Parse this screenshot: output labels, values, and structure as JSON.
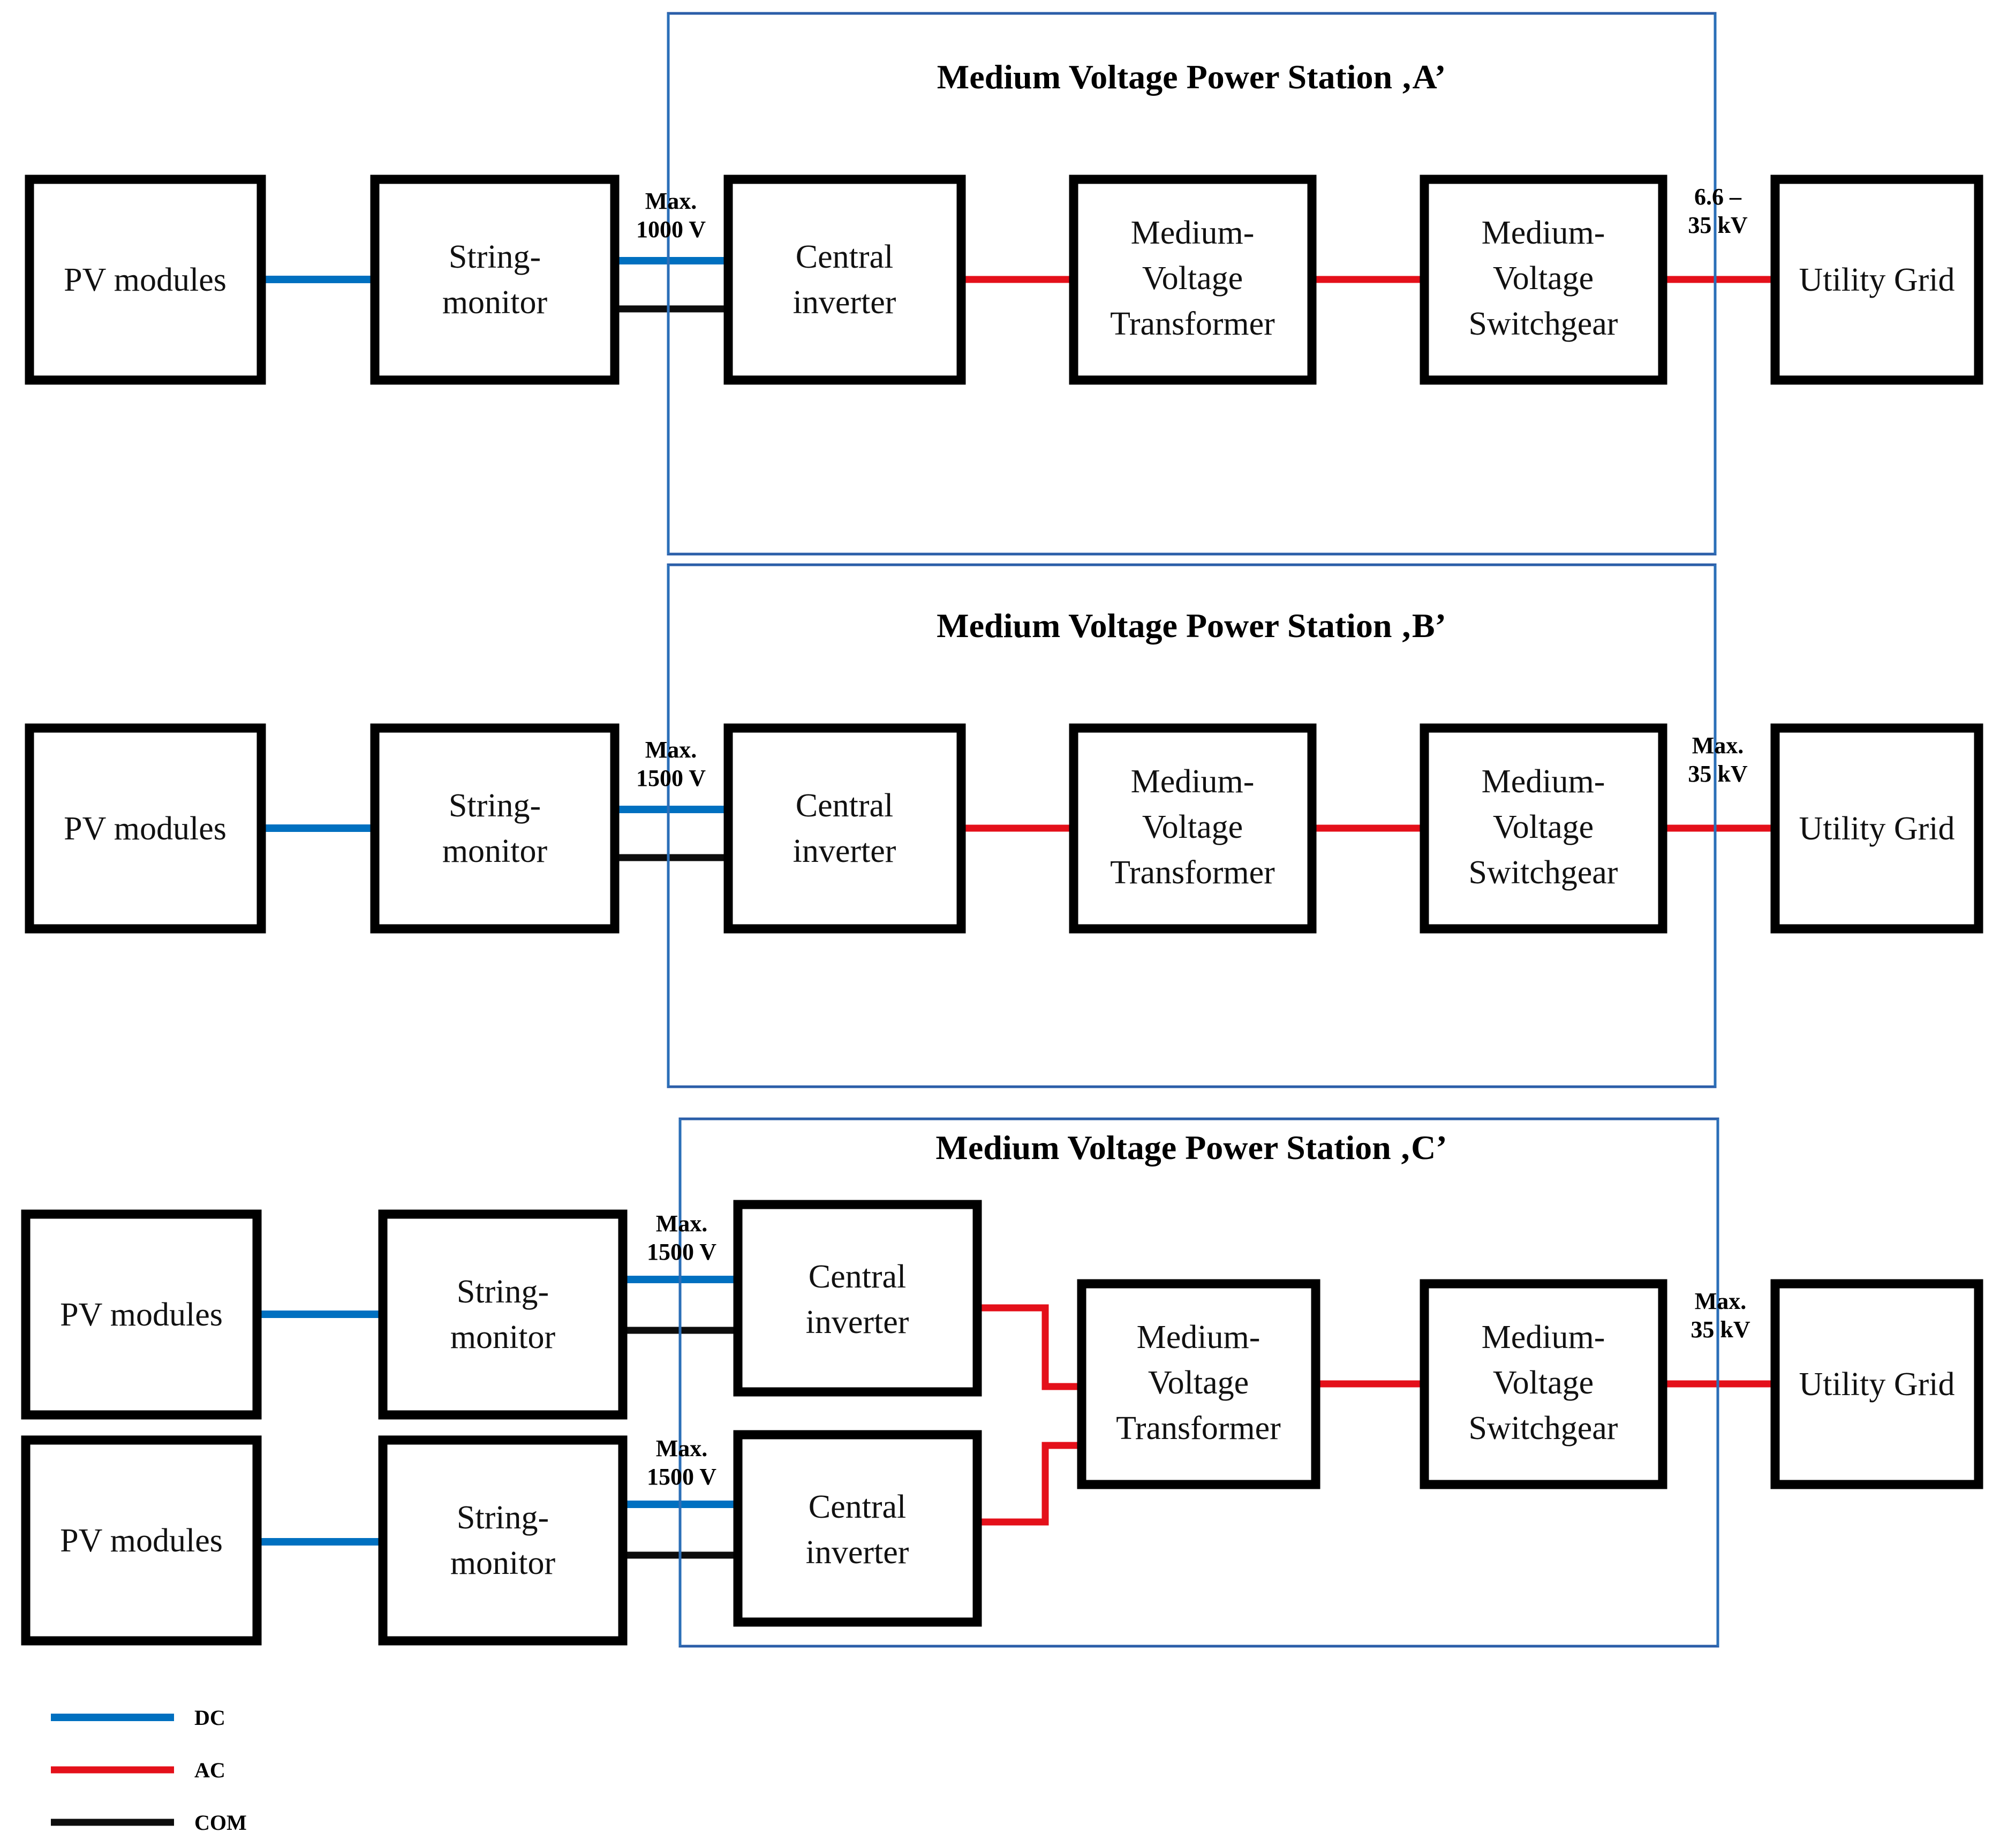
{
  "diagram": {
    "title": "PV plant medium voltage power station topologies",
    "colors": {
      "dc": "#0070C0",
      "ac": "#E4101A",
      "com": "#0D0D0D",
      "station_border": "#2B5EA8",
      "block_border": "#000000",
      "background": "#FFFFFF"
    },
    "block_labels": {
      "pv_modules": "PV modules",
      "string_monitor_line1": "String-",
      "string_monitor_line2": "monitor",
      "central_inverter_line1": "Central",
      "central_inverter_line2": "inverter",
      "mv_transformer_line1": "Medium-",
      "mv_transformer_line2": "Voltage",
      "mv_transformer_line3": "Transformer",
      "mv_switchgear_line1": "Medium-",
      "mv_switchgear_line2": "Voltage",
      "mv_switchgear_line3": "Switchgear",
      "utility_grid": "Utility Grid"
    },
    "rows": [
      {
        "id": "A",
        "station_title": "Medium Voltage Power Station ‚A’",
        "dc_voltage_line1": "Max.",
        "dc_voltage_line2": "1000 V",
        "mv_voltage_line1": "6.6 –",
        "mv_voltage_line2": "35 kV",
        "inverter_count": 1
      },
      {
        "id": "B",
        "station_title": "Medium Voltage Power Station ‚B’",
        "dc_voltage_line1": "Max.",
        "dc_voltage_line2": "1500 V",
        "mv_voltage_line1": "Max.",
        "mv_voltage_line2": "35 kV",
        "inverter_count": 1
      },
      {
        "id": "C",
        "station_title": "Medium Voltage Power Station ‚C’",
        "dc_voltage_line1": "Max.",
        "dc_voltage_line2": "1500 V",
        "dc_voltage_2_line1": "Max.",
        "dc_voltage_2_line2": "1500 V",
        "mv_voltage_line1": "Max.",
        "mv_voltage_line2": "35 kV",
        "inverter_count": 2
      }
    ],
    "legend": {
      "items": [
        {
          "label": "DC",
          "color": "#0070C0"
        },
        {
          "label": "AC",
          "color": "#E4101A"
        },
        {
          "label": "COM",
          "color": "#0D0D0D"
        }
      ]
    }
  }
}
